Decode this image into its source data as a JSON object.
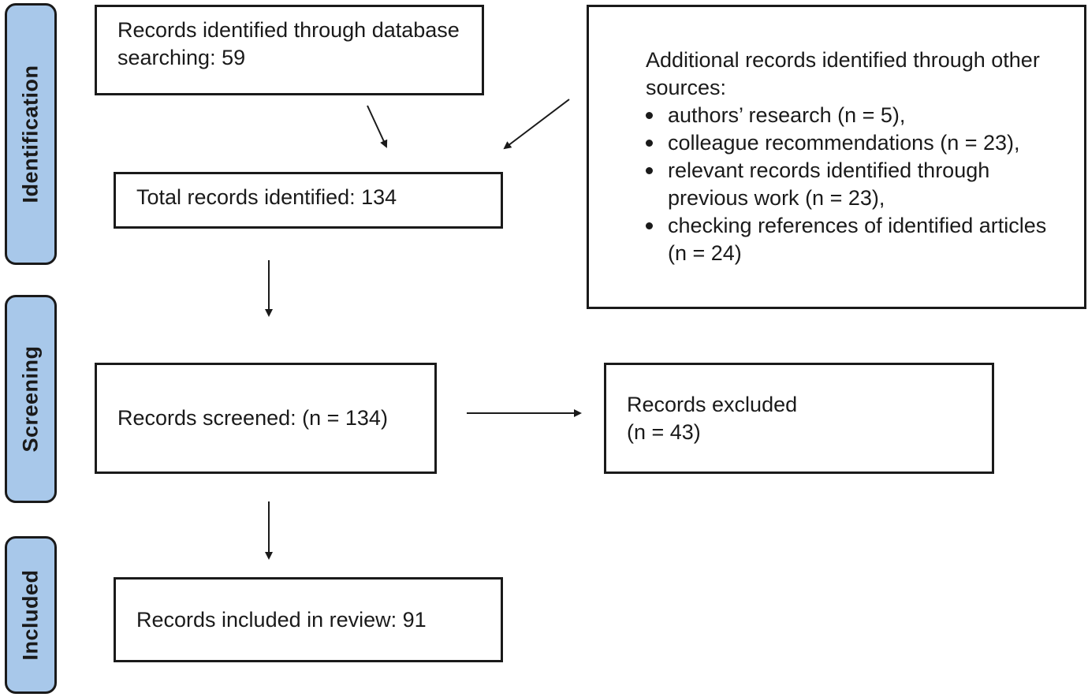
{
  "stages": {
    "identification": "Identification",
    "screening": "Screening",
    "included": "Included"
  },
  "boxes": {
    "database_search": "Records identified through database searching: 59",
    "other_sources": {
      "heading": "Additional records identified through other sources:",
      "items": [
        "authors’ research (n = 5),",
        "colleague recommendations (n = 23),",
        "relevant records identified through previous work (n = 23),",
        "checking references of identified articles (n = 24)"
      ]
    },
    "total_identified": "Total records identified: 134",
    "screened": "Records screened: (n = 134)",
    "excluded_line1": "Records excluded",
    "excluded_line2": "(n = 43)",
    "included_review": "Records included in review: 91"
  }
}
